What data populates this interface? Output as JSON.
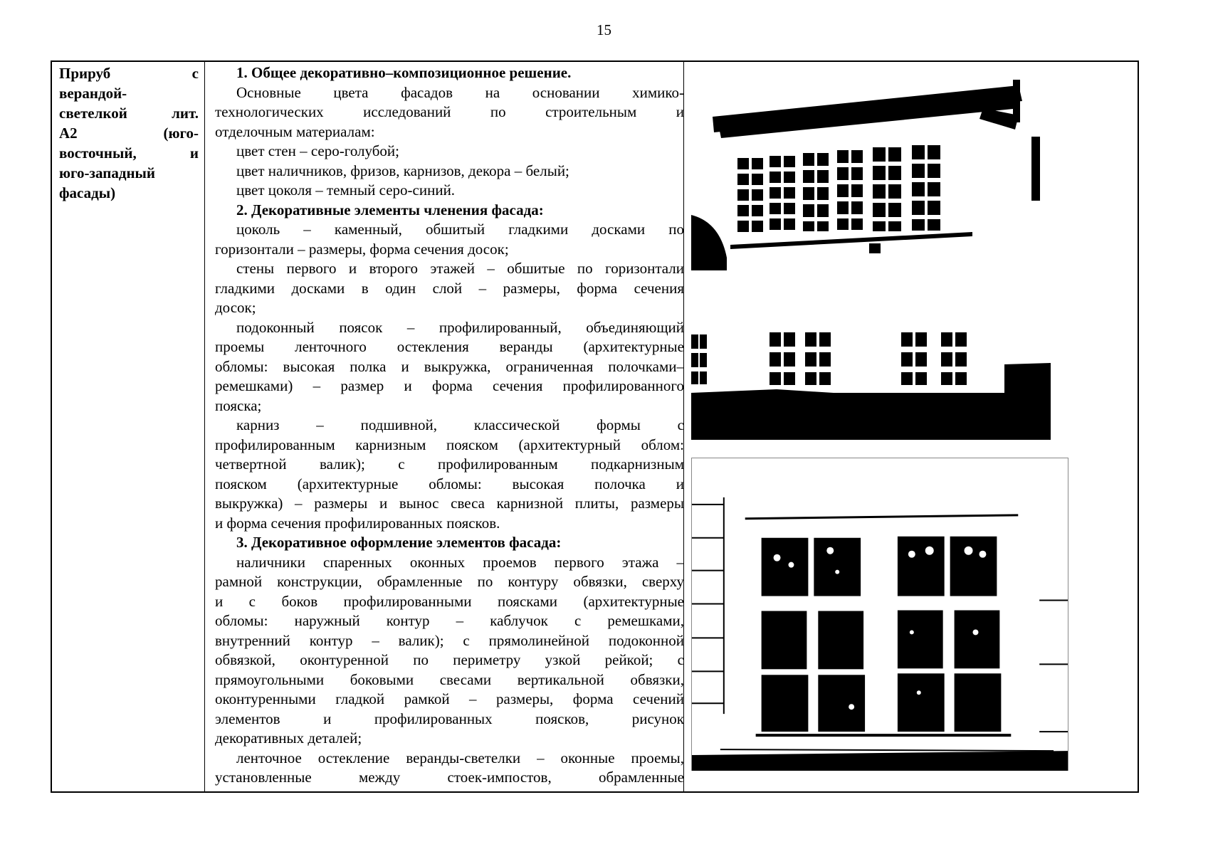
{
  "page_number": "15",
  "row": {
    "object_lines": [
      "Прируб с",
      "верандой-",
      "светелкой лит.",
      "А2 (юго-",
      "восточный, и",
      "юго-западный",
      "фасады)"
    ],
    "description_lines": [
      {
        "text": "1. Общее декоративно–композиционное решение.",
        "bold": true,
        "indent": true,
        "last": true
      },
      {
        "text": "Основные цвета фасадов на основании химико-",
        "indent": true
      },
      {
        "text": "технологических исследований по строительным и"
      },
      {
        "text": "отделочным материалам:",
        "last": true
      },
      {
        "text": "цвет стен – серо-голубой;",
        "indent": true,
        "last": true
      },
      {
        "text": "цвет наличников, фризов, карнизов, декора – белый;",
        "indent": true,
        "last": true
      },
      {
        "text": "цвет цоколя – темный серо-синий.",
        "indent": true,
        "last": true
      },
      {
        "text": "2. Декоративные элементы членения фасада:",
        "bold": true,
        "indent": true,
        "last": true
      },
      {
        "text": "цоколь – каменный, обшитый гладкими досками по",
        "indent": true
      },
      {
        "text": "горизонтали – размеры, форма сечения досок;",
        "last": true
      },
      {
        "text": "стены первого и второго этажей – обшитые по горизонтали",
        "indent": true
      },
      {
        "text": "гладкими досками в один слой – размеры, форма сечения"
      },
      {
        "text": "досок;",
        "last": true
      },
      {
        "text": "подоконный поясок – профилированный, объединяющий",
        "indent": true
      },
      {
        "text": "проемы ленточного остекления веранды (архитектурные"
      },
      {
        "text": "обломы: высокая полка и выкружка, ограниченная полочками–"
      },
      {
        "text": "ремешками) – размер и форма сечения профилированного"
      },
      {
        "text": "пояска;",
        "last": true
      },
      {
        "text": "карниз – подшивной, классической формы с",
        "indent": true
      },
      {
        "text": "профилированным карнизным пояском (архитектурный облом:"
      },
      {
        "text": "четвертной валик); с профилированным подкарнизным"
      },
      {
        "text": "пояском (архитектурные обломы: высокая полочка и"
      },
      {
        "text": "выкружка) – размеры и вынос свеса карнизной плиты, размеры"
      },
      {
        "text": "и форма сечения профилированных поясков.",
        "last": true
      },
      {
        "text": "3. Декоративное оформление элементов фасада:",
        "bold": true,
        "indent": true,
        "last": true
      },
      {
        "text": "наличники спаренных оконных проемов первого этажа –",
        "indent": true
      },
      {
        "text": "рамной конструкции, обрамленные по контуру обвязки, сверху"
      },
      {
        "text": "и с боков профилированными поясками (архитектурные"
      },
      {
        "text": "обломы: наружный контур – каблучок с ремешками,"
      },
      {
        "text": "внутренний контур – валик); с прямолинейной подоконной"
      },
      {
        "text": "обвязкой, оконтуренной по периметру узкой рейкой; с"
      },
      {
        "text": "прямоугольными боковыми свесами вертикальной обвязки,"
      },
      {
        "text": "оконтуренными гладкой рамкой – размеры, форма сечений"
      },
      {
        "text": "элементов и профилированных поясков, рисунок"
      },
      {
        "text": "декоративных деталей;",
        "last": true
      },
      {
        "text": "ленточное остекление веранды-светелки – оконные проемы,",
        "indent": true
      },
      {
        "text": "установленные между стоек-импостов, обрамленные"
      }
    ],
    "photos": [
      {
        "name": "veranda-facade-photo",
        "subject": "facade with ribbon glazing of the veranda"
      },
      {
        "name": "paired-window-photo",
        "subject": "paired first-floor window with casing"
      }
    ]
  }
}
